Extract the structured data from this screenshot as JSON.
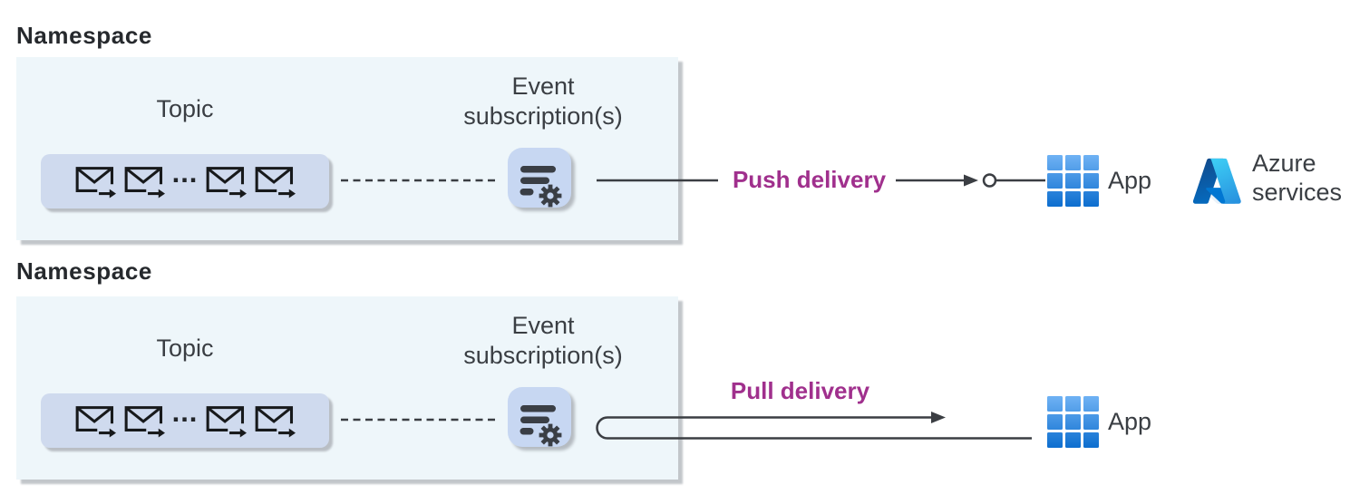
{
  "diagram": {
    "push": {
      "namespace_label": "Namespace",
      "topic": {
        "label": "Topic",
        "ellipsis": "..."
      },
      "event_subscription_label": "Event subscription(s)",
      "delivery_label": "Push delivery",
      "app_label": "App",
      "azure_services_label": "Azure services"
    },
    "pull": {
      "namespace_label": "Namespace",
      "topic": {
        "label": "Topic",
        "ellipsis": "..."
      },
      "event_subscription_label": "Event subscription(s)",
      "delivery_label": "Pull delivery",
      "app_label": "App"
    },
    "icons": {
      "envelope_arrow_icon": "envelope with outgoing right arrow (event message)",
      "filter_gear_icon": "filter lines with gear (event subscription)",
      "app_grid_icon": "3x3 blue tile grid (application)",
      "azure_logo_icon": "Azure 'A' logo",
      "push_endpoint_circle_icon": "small open circle connector"
    },
    "colors": {
      "namespace_box_bg": "#eef6fa",
      "topic_pill_bg": "#cfdaee",
      "subscription_icon_bg": "#c7d7f2",
      "delivery_label_text": "#a0308d",
      "connector_line": "#3b3e43",
      "label_text": "#3a3e43",
      "namespace_label_text": "#26292d",
      "app_grid_gradient_top": "#6fb2f4",
      "app_grid_gradient_bottom": "#0d6ecf"
    }
  }
}
